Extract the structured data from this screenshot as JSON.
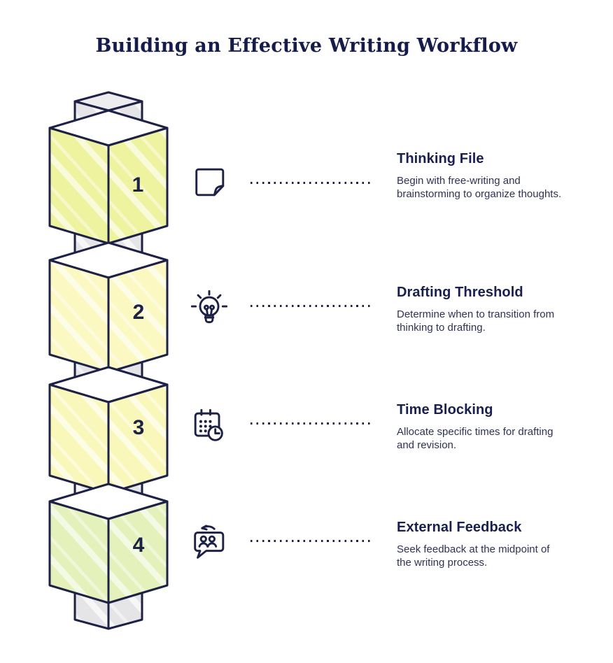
{
  "title": "Building an Effective Writing Workflow",
  "palette": {
    "outline_navy": "#1c2145",
    "heading_navy": "#191f4f",
    "body_text": "#2e3253",
    "connector_gray": "#e5e5e7",
    "small_cube_top": "#ededef",
    "cube_top_white": "#ffffff"
  },
  "steps": [
    {
      "number": "1",
      "title": "Thinking File",
      "description": "Begin with free-writing and brainstorming to organize thoughts.",
      "icon": "sticky-note-icon",
      "face_color": "#eef39f"
    },
    {
      "number": "2",
      "title": "Drafting Threshold",
      "description": "Determine when to transition from thinking to drafting.",
      "icon": "lightbulb-icon",
      "face_color": "#fbf8c2"
    },
    {
      "number": "3",
      "title": "Time Blocking",
      "description": "Allocate specific times for drafting and revision.",
      "icon": "calendar-clock-icon",
      "face_color": "#faf7bb"
    },
    {
      "number": "4",
      "title": "External Feedback",
      "description": "Seek feedback at the midpoint of the writing process.",
      "icon": "feedback-chat-icon",
      "face_color": "#e4f1ba"
    }
  ]
}
